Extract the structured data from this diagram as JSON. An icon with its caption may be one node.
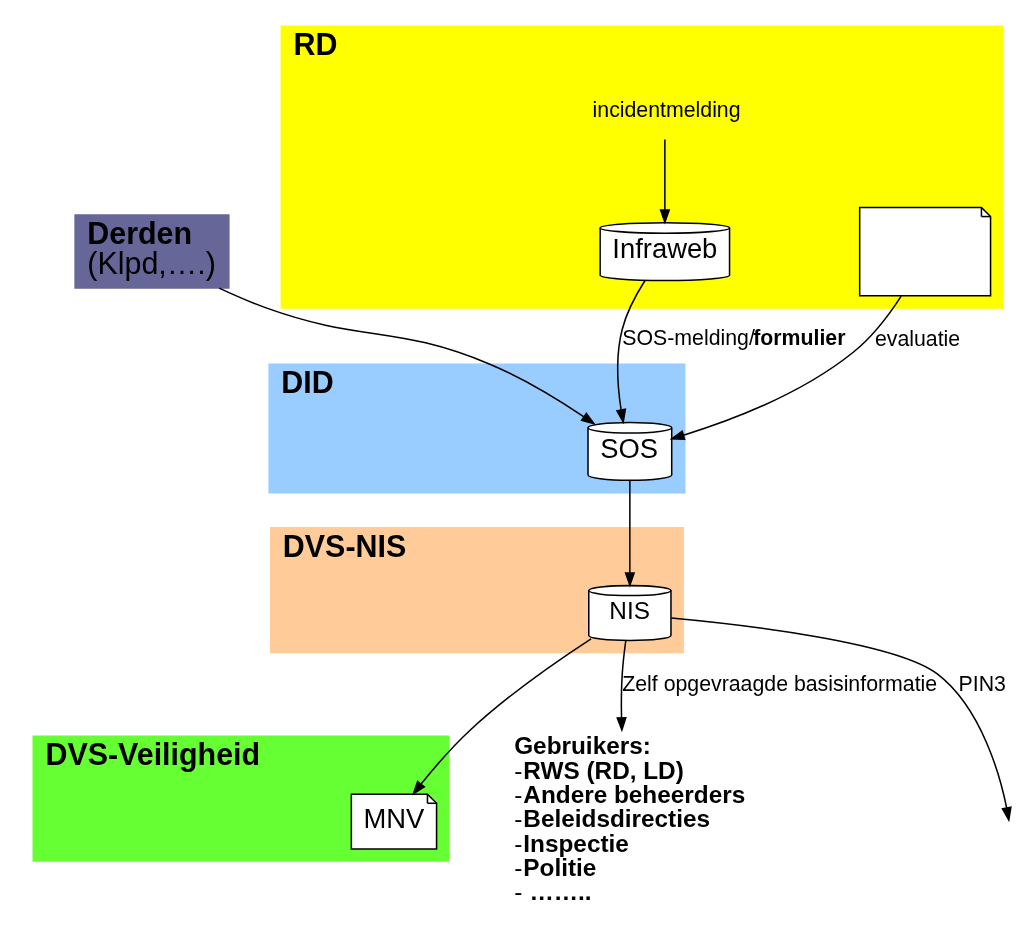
{
  "diagram": {
    "nodes": [
      {
        "text": [
          "Derden",
          "(Klpd,….)"
        ]
      },
      {
        "text": [
          "RD"
        ]
      },
      {
        "text": [
          "incidentmelding"
        ],
        "in": 1
      },
      {
        "text": [
          "Infraweb"
        ],
        "in": 1
      },
      {
        "text": [],
        "shape": "document",
        "in": 1
      },
      {
        "text": [
          "DID"
        ]
      },
      {
        "text": [
          "SOS"
        ],
        "in": 5
      },
      {
        "text": [
          "DVS-NIS"
        ]
      },
      {
        "text": [
          "NIS"
        ],
        "in": 7
      },
      {
        "text": [
          "DVS-Veiligheid"
        ]
      },
      {
        "text": [
          "MNV"
        ],
        "in": 9
      },
      {
        "text": [
          "Gebruikers:",
          "-**RWS (RD, LD)**",
          "-**Andere beheerders**",
          "-**Beleidsdirecties**",
          "-**Inspectie**",
          "-**Politie**",
          "- **……..**"
        ]
      }
    ],
    "edges": [
      {
        "from": 0,
        "to": 6,
        "arrow": "to"
      },
      {
        "from": 2,
        "to": 3,
        "arrow": "to"
      },
      {
        "from": 3,
        "to": 6,
        "arrow": "to",
        "label": "SOS-melding/**formulier**"
      },
      {
        "from": 4,
        "to": 6,
        "arrow": "to",
        "label": "evaluatie"
      },
      {
        "from": 6,
        "to": 8,
        "arrow": "to"
      },
      {
        "from": 8,
        "to": null,
        "arrow": "to",
        "label": "PIN3"
      },
      {
        "from": 8,
        "to": 11,
        "arrow": "to",
        "label": "Zelf opgevraagde basisinformatie"
      },
      {
        "from": 8,
        "to": 10,
        "arrow": "to"
      }
    ]
  }
}
